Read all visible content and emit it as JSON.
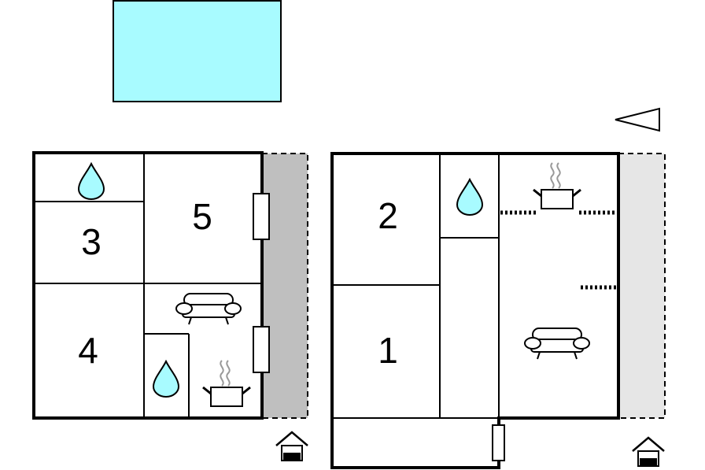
{
  "colors": {
    "pool": "#a8fbff",
    "terrace_dark": "#bfbfbf",
    "terrace_light": "#e6e6e6",
    "water": "#a8fbff",
    "wall": "#000000"
  },
  "compass": {
    "icon": "north-arrow-icon"
  },
  "left_plan": {
    "rooms": [
      {
        "number": "3",
        "type": "bedroom"
      },
      {
        "number": "4",
        "type": "bedroom"
      },
      {
        "number": "5",
        "type": "bedroom"
      }
    ],
    "icons": [
      "water-drop-icon",
      "water-drop-icon",
      "sofa-icon",
      "cooking-pot-icon",
      "entrance-house-icon"
    ]
  },
  "right_plan": {
    "rooms": [
      {
        "number": "2",
        "type": "bedroom"
      },
      {
        "number": "1",
        "type": "bedroom"
      }
    ],
    "icons": [
      "water-drop-icon",
      "cooking-pot-icon",
      "sofa-icon",
      "entrance-house-icon"
    ]
  }
}
